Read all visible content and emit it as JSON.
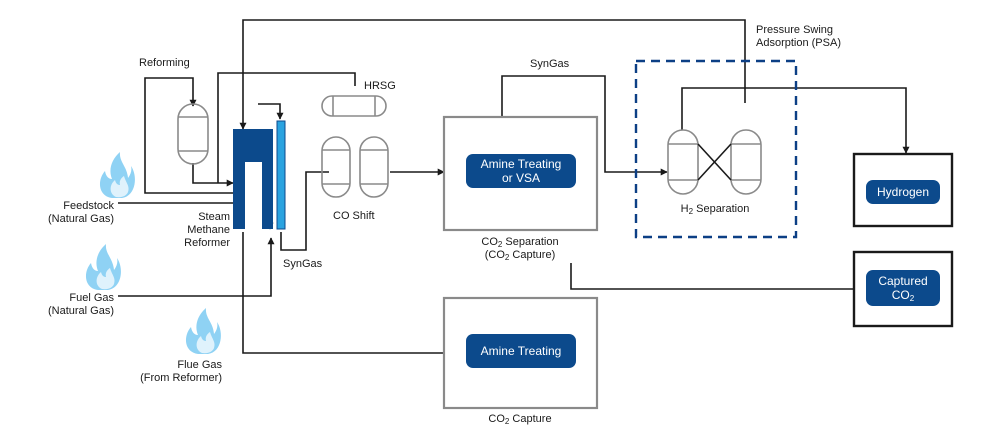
{
  "colors": {
    "line": "#1a1a1a",
    "vessel": "#8a8a8a",
    "reformer_dark": "#0c4a8c",
    "reformer_light": "#2aa3e0",
    "pill": "#0c4a8c",
    "flame": "#8fd2f4",
    "psa_dash": "#0c3f85"
  },
  "icons": [
    "flame-icon",
    "vessel-icon"
  ],
  "labels": {
    "reforming": "Reforming",
    "hrsg": "HRSG",
    "syngas_top": "SynGas",
    "psa_line1": "Pressure Swing",
    "psa_line2": "Adsorption (PSA)",
    "feedstock_line1": "Feedstock",
    "feedstock_line2": "(Natural Gas)",
    "smr_line1": "Steam",
    "smr_line2": "Methane",
    "smr_line3": "Reformer",
    "co_shift": "CO Shift",
    "syngas_bottom": "SynGas",
    "fuel_line1": "Fuel Gas",
    "fuel_line2": "(Natural Gas)",
    "flue_line1": "Flue Gas",
    "flue_line2": "(From Reformer)",
    "co2_sep_line1_a": "CO",
    "co2_sep_line1_sub": "2",
    "co2_sep_line1_b": " Separation",
    "co2_sep_line2_a": "(CO",
    "co2_sep_line2_sub": "2",
    "co2_sep_line2_b": " Capture)",
    "h2_sep_a": "H",
    "h2_sep_sub": "2",
    "h2_sep_b": " Separation",
    "co2_capture_a": "CO",
    "co2_capture_sub": "2",
    "co2_capture_b": " Capture"
  },
  "pills": {
    "amine_vsa_line1": "Amine Treating",
    "amine_vsa_line2": "or VSA",
    "amine_treating": "Amine Treating",
    "hydrogen": "Hydrogen",
    "captured_line1": "Captured",
    "captured_line2_a": "CO",
    "captured_line2_sub": "2"
  }
}
